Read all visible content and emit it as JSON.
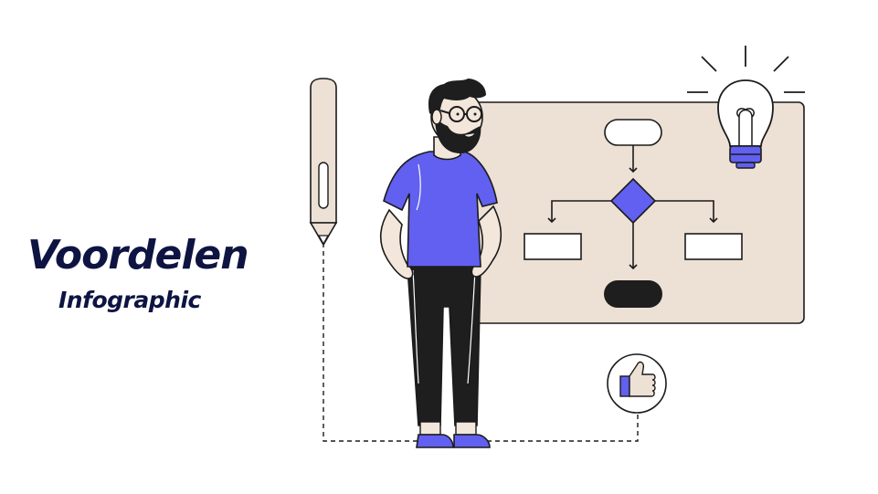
{
  "heading": {
    "title": "Voordelen",
    "subtitle": "Infographic"
  },
  "colors": {
    "text_navy": "#0e1442",
    "accent_purple": "#6160f0",
    "board_beige": "#ede0d4",
    "outline": "#1b1b1b",
    "pants_black": "#1e1e1e",
    "skin": "#f3e6db"
  },
  "icons": [
    "pen-icon",
    "light-bulb-icon",
    "thumbs-up-icon",
    "flowchart-board"
  ]
}
